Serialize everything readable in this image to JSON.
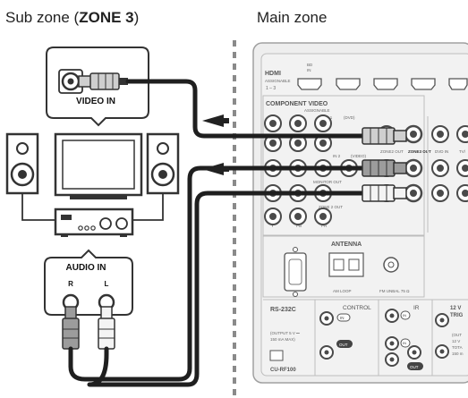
{
  "headings": {
    "sub_zone_prefix": "Sub zone (",
    "sub_zone_bold": "ZONE 3",
    "sub_zone_suffix": ")",
    "main_zone": "Main zone"
  },
  "sub_zone": {
    "video_in_label": "VIDEO IN",
    "audio_in_label": "AUDIO IN",
    "audio_r": "R",
    "audio_l": "L"
  },
  "receiver": {
    "hdmi": "HDMI",
    "hdmi_assignable": "ASSIGNABLE",
    "hdmi_ports": "1 – 3",
    "hdmi_bd_in": "BD",
    "hdmi_in": "IN",
    "component_video": "COMPONENT VIDEO",
    "component_assignable": "ASSIGNABLE",
    "in_1": "IN 1",
    "dvd": "(DVD)",
    "in_2": "IN 2",
    "video": "(VIDEO)",
    "zone2_out": "ZONE2 OUT",
    "zone3_out": "ZONE3 OUT",
    "dvd_in": "DVD IN",
    "tv": "TV/",
    "monitor_out": "MONITOR OUT",
    "zone2_out_row": "ZONE 2 OUT",
    "y": "Y",
    "pb": "PB",
    "pr": "PR",
    "antenna": "ANTENNA",
    "am_loop": "AM LOOP",
    "fm_unbal": "FM UNBAL 75 Ω",
    "rs232c": "RS-232C",
    "control": "CONTROL",
    "control_in": "IN",
    "control_out": "OUT",
    "ir": "IR",
    "ir_in1": "IN",
    "ir_in2": "IN",
    "ir_out": "OUT",
    "trigger_12v": "12 V",
    "trigger": "TRIG",
    "output_5v": "(OUTPUT 5 V ⎓",
    "output_150ma": "150 mA MAX)",
    "out_detail_1": "(OUT",
    "out_detail_2": "12 V",
    "out_detail_3": "TOTA",
    "out_detail_4": "150 m",
    "cu_rf100": "CU-RF100"
  },
  "colors": {
    "cable": "#1f1f1f",
    "plug_red": "#9c9c9c",
    "plug_white": "#f4f4f4",
    "plug_yellow": "#cfcfcf",
    "panel": "#eeeeee",
    "panel_line": "#aaaaaa",
    "jack": "#4a4a4a",
    "divider": "#8a8a8a"
  }
}
